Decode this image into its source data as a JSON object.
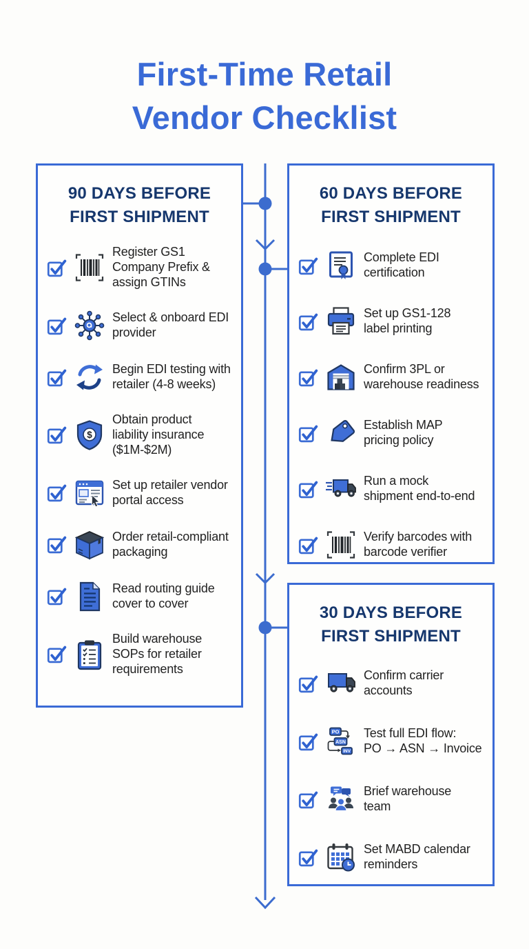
{
  "title": "First-Time Retail\nVendor Checklist",
  "colors": {
    "accent_blue": "#3a6ad6",
    "heading_navy": "#16376d",
    "icon_blue": "#3f6ed6",
    "text_dark": "#222222"
  },
  "timeline": {
    "nodes": 3,
    "direction": "down"
  },
  "sections": [
    {
      "id": "90-days",
      "heading": "90 DAYS BEFORE\nFIRST SHIPMENT",
      "items": [
        {
          "icon": "barcode-icon",
          "checked": true,
          "label": "Register GS1\nCompany Prefix &\nassign GTINs"
        },
        {
          "icon": "edi-network-icon",
          "checked": true,
          "label": "Select & onboard EDI\nprovider"
        },
        {
          "icon": "sync-arrows-icon",
          "checked": true,
          "label": "Begin EDI testing with\nretailer (4-8 weeks)"
        },
        {
          "icon": "shield-dollar-icon",
          "checked": true,
          "label": "Obtain product\nliability insurance\n($1M-$2M)"
        },
        {
          "icon": "vendor-portal-icon",
          "checked": true,
          "label": "Set up retailer vendor\nportal access"
        },
        {
          "icon": "package-box-icon",
          "checked": true,
          "label": "Order retail-compliant\npackaging"
        },
        {
          "icon": "document-icon",
          "checked": true,
          "label": "Read routing guide\ncover to cover"
        },
        {
          "icon": "clipboard-sop-icon",
          "checked": true,
          "label": "Build warehouse\nSOPs for retailer\nrequirements"
        }
      ]
    },
    {
      "id": "60-days",
      "heading": "60 DAYS BEFORE\nFIRST SHIPMENT",
      "items": [
        {
          "icon": "certificate-icon",
          "checked": true,
          "label": "Complete EDI\ncertification"
        },
        {
          "icon": "printer-icon",
          "checked": true,
          "label": "Set up GS1-128\nlabel printing"
        },
        {
          "icon": "warehouse-icon",
          "checked": true,
          "label": "Confirm 3PL or\nwarehouse readiness"
        },
        {
          "icon": "price-tag-icon",
          "checked": true,
          "label": "Establish MAP\npricing policy"
        },
        {
          "icon": "shipping-truck-icon",
          "checked": true,
          "label": "Run a mock\nshipment end-to-end"
        },
        {
          "icon": "barcode-verifier-icon",
          "checked": true,
          "label": "Verify barcodes with\nbarcode verifier"
        }
      ]
    },
    {
      "id": "30-days",
      "heading": "30 DAYS BEFORE\nFIRST SHIPMENT",
      "items": [
        {
          "icon": "carrier-truck-icon",
          "checked": true,
          "label": "Confirm carrier\naccounts"
        },
        {
          "icon": "edi-flow-icon",
          "checked": true,
          "label": "Test full EDI flow:\nPO → ASN → Invoice"
        },
        {
          "icon": "team-briefing-icon",
          "checked": true,
          "label": "Brief warehouse\nteam"
        },
        {
          "icon": "calendar-clock-icon",
          "checked": true,
          "label": "Set MABD calendar\nreminders"
        }
      ]
    }
  ]
}
